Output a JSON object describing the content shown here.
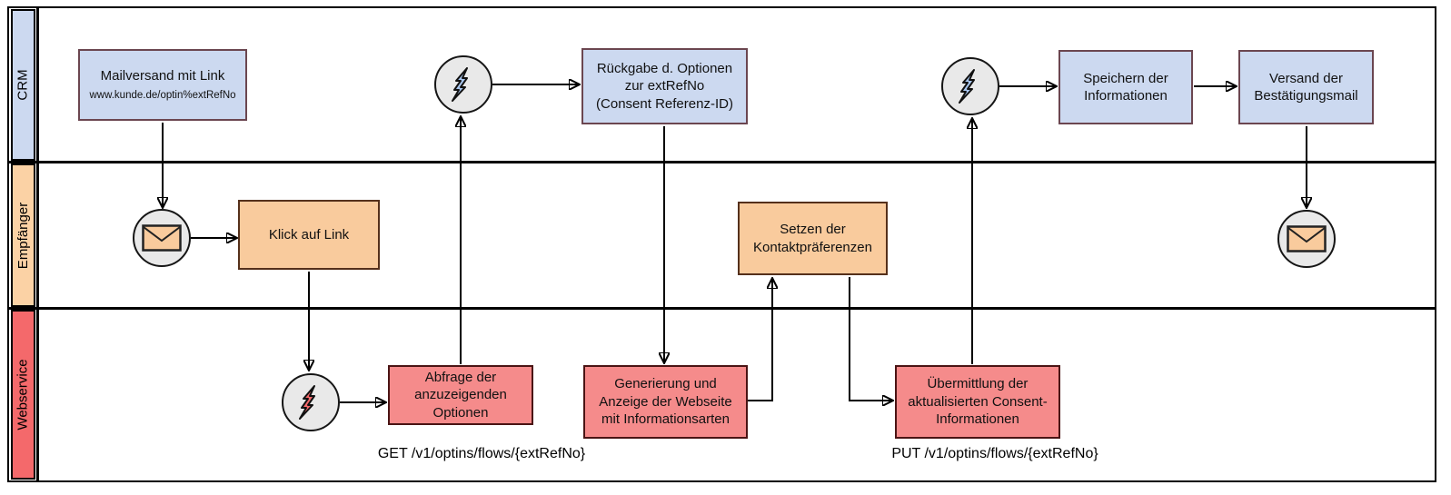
{
  "lanes": [
    {
      "label": "CRM",
      "color": "#ccd9f0"
    },
    {
      "label": "Empfänger",
      "color": "#fbd2a5"
    },
    {
      "label": "Webservice",
      "color": "#f4696b"
    }
  ],
  "nodes": {
    "mailversand": {
      "label": "Mailversand mit Link",
      "sublabel": "www.kunde.de/optin%extRefNo"
    },
    "klick": {
      "label": "Klick auf Link"
    },
    "abfrage": {
      "label": "Abfrage der\nanzuzeigenden\nOptionen"
    },
    "rueckgabe": {
      "label": "Rückgabe d. Optionen\nzur extRefNo\n(Consent Referenz-ID)"
    },
    "generierung": {
      "label": "Generierung und\nAnzeige der Webseite\nmit Informationsarten"
    },
    "setzen": {
      "label": "Setzen der\nKontaktpräferenzen"
    },
    "uebermittlung": {
      "label": "Übermittlung der\naktualisierten Consent-\nInformationen"
    },
    "speichern": {
      "label": "Speichern der\nInformationen"
    },
    "versand": {
      "label": "Versand der\nBestätigungsmail"
    }
  },
  "api": {
    "get": "GET /v1/optins/flows/{extRefNo}",
    "put": "PUT /v1/optins/flows/{extRefNo}"
  },
  "colors": {
    "task_blue": "#ccd9f0",
    "task_orange": "#f9cb9d",
    "task_red": "#f58b8b",
    "lightning_blue": "#a9c6ee",
    "lightning_red": "#f4696b",
    "envelope": "#f9cb9d",
    "event_circle": "#e9e9e9"
  }
}
